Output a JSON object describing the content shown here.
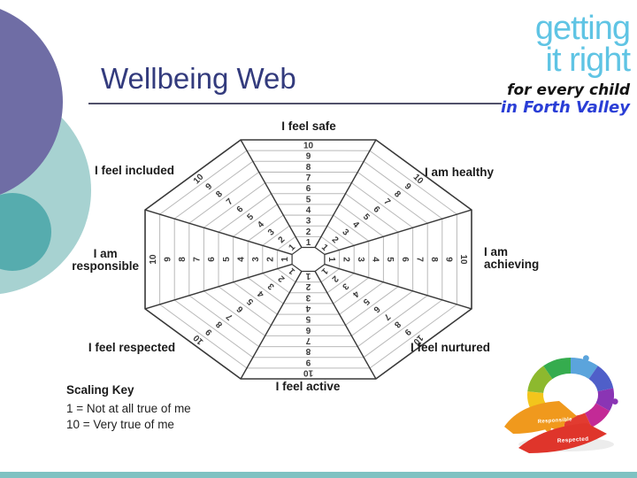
{
  "slide": {
    "title": "Wellbeing Web",
    "logo": {
      "line1": "getting",
      "line2": "it right",
      "tagline": "for every child",
      "region": "in Forth Valley"
    },
    "scaling_key": {
      "heading": "Scaling Key",
      "rule1": "1 = Not at all true of me",
      "rule2": "10 = Very true of me"
    },
    "puzzle_labels": {
      "responsible": "Responsible",
      "respected": "Respected"
    }
  },
  "chart_data": {
    "type": "radar",
    "title": "Wellbeing Web",
    "axes": [
      "I feel safe",
      "I am healthy",
      "I am achieving",
      "I feel nurtured",
      "I feel active",
      "I feel respected",
      "I am responsible",
      "I feel included"
    ],
    "scale_min": 1,
    "scale_max": 10,
    "tick_labels": [
      "1",
      "2",
      "3",
      "4",
      "5",
      "6",
      "7",
      "8",
      "9",
      "10"
    ],
    "rings": 10,
    "series": []
  },
  "web": {
    "axis_lines": [
      [
        "I feel safe"
      ],
      [
        "I am healthy"
      ],
      [
        "I am",
        "achieving"
      ],
      [
        "I feel nurtured"
      ],
      [
        "I feel active"
      ],
      [
        "I feel respected"
      ],
      [
        "I am",
        "responsible"
      ],
      [
        "I feel included"
      ]
    ]
  },
  "colors": {
    "title_navy": "#333b7d",
    "logo_blue": "#5fc4e4",
    "forth_valley_blue": "#2a3ed6",
    "decor_purple": "#6f6da5",
    "decor_teal_light": "#a7d2d1",
    "decor_teal_dark": "#56acae",
    "bottom_bar_teal": "#7fc2c2",
    "web_line_dark": "#383838",
    "web_line_light": "#b9b9b9"
  }
}
